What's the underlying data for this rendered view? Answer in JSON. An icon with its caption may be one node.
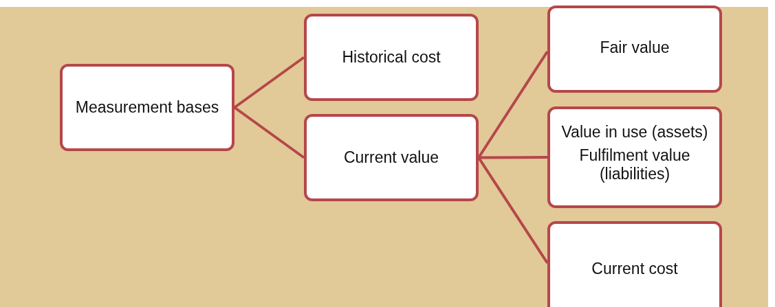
{
  "diagram": {
    "nodes": [
      {
        "text": [
          "Measurement bases"
        ]
      },
      {
        "text": [
          "Historical cost"
        ]
      },
      {
        "text": [
          "Current value"
        ]
      },
      {
        "text": [
          "Fair value"
        ]
      },
      {
        "text": [
          "Value in use (assets)",
          "Fulfilment value (liabilities)"
        ]
      },
      {
        "text": [
          "Current cost"
        ]
      }
    ],
    "edges": [
      {
        "from": 0,
        "to": 1,
        "arrow": "none"
      },
      {
        "from": 0,
        "to": 2,
        "arrow": "none"
      },
      {
        "from": 2,
        "to": 3,
        "arrow": "none"
      },
      {
        "from": 2,
        "to": 4,
        "arrow": "none"
      },
      {
        "from": 2,
        "to": 5,
        "arrow": "none"
      }
    ]
  }
}
